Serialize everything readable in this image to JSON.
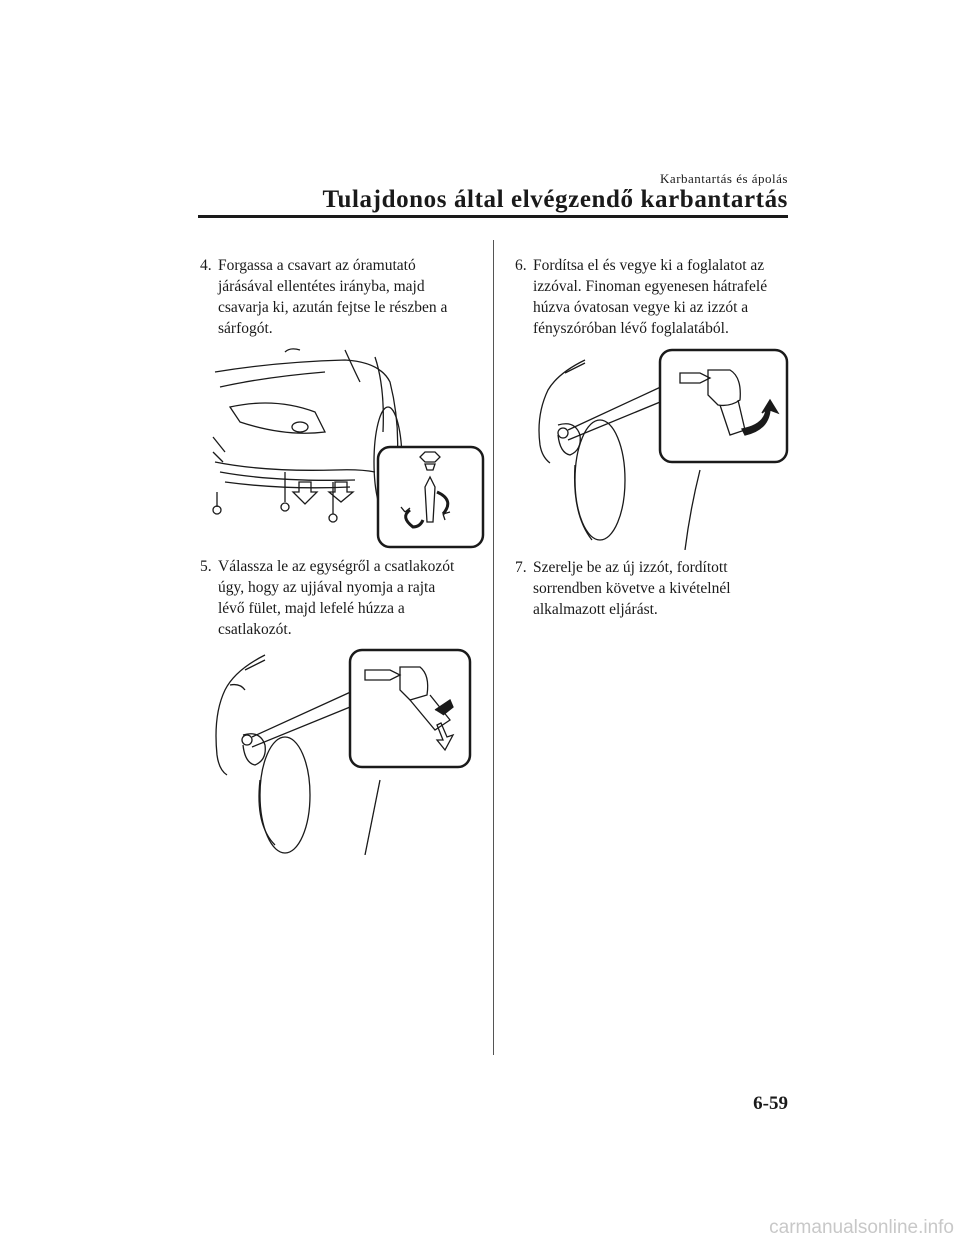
{
  "header": {
    "section": "Karbantartás és ápolás",
    "title": "Tulajdonos által elvégzendő karbantartás"
  },
  "steps": [
    {
      "number": "4.",
      "lines": [
        "Forgassa a csavart az óramutató",
        "járásával ellentétes irányba, majd",
        "csavarja ki, azután fejtse le részben a",
        "sárfogót."
      ]
    },
    {
      "number": "5.",
      "lines": [
        "Válassza le az egységről a csatlakozót",
        "úgy, hogy az ujjával nyomja a rajta",
        "lévő fület, majd lefelé húzza a",
        "csatlakozót."
      ]
    },
    {
      "number": "6.",
      "lines": [
        "Fordítsa el és vegye ki a foglalatot az",
        "izzóval. Finoman egyenesen hátrafelé",
        "húzva óvatosan vegye ki az izzót a",
        "fényszóróban lévő foglalatából."
      ]
    },
    {
      "number": "7.",
      "lines": [
        "Szerelje be az új izzót, fordított",
        "sorrendben követve a kivételnél",
        "alkalmazott eljárást."
      ]
    }
  ],
  "page_number": "6-59",
  "watermark": "carmanualsonline.info"
}
